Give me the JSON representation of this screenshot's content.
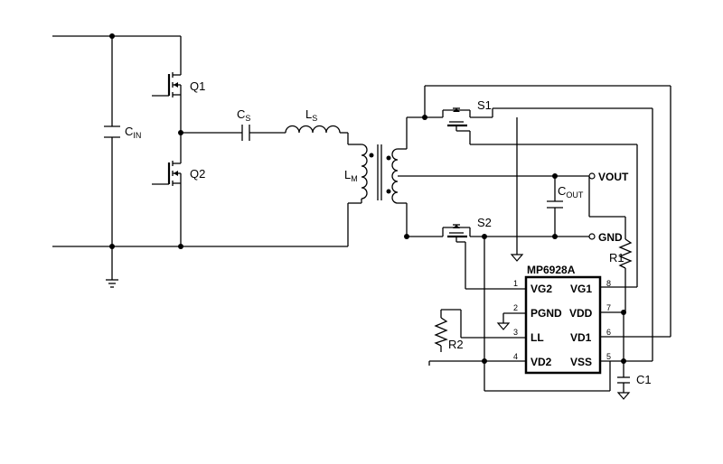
{
  "labels": {
    "q1": "Q1",
    "q2": "Q2",
    "cin": "C",
    "cin_sub": "IN",
    "cs": "C",
    "cs_sub": "S",
    "ls": "L",
    "ls_sub": "S",
    "lm": "L",
    "lm_sub": "M",
    "s1": "S1",
    "s2": "S2",
    "cout": "C",
    "cout_sub": "OUT",
    "vout": "VOUT",
    "gnd": "GND",
    "r1": "R1",
    "r2": "R2",
    "c1": "C1"
  },
  "ic": {
    "name": "MP6928A",
    "left_pins": [
      {
        "num": "1",
        "name": "VG2"
      },
      {
        "num": "2",
        "name": "PGND"
      },
      {
        "num": "3",
        "name": "LL"
      },
      {
        "num": "4",
        "name": "VD2"
      }
    ],
    "right_pins": [
      {
        "num": "8",
        "name": "VG1"
      },
      {
        "num": "7",
        "name": "VDD"
      },
      {
        "num": "6",
        "name": "VD1"
      },
      {
        "num": "5",
        "name": "VSS"
      }
    ]
  }
}
